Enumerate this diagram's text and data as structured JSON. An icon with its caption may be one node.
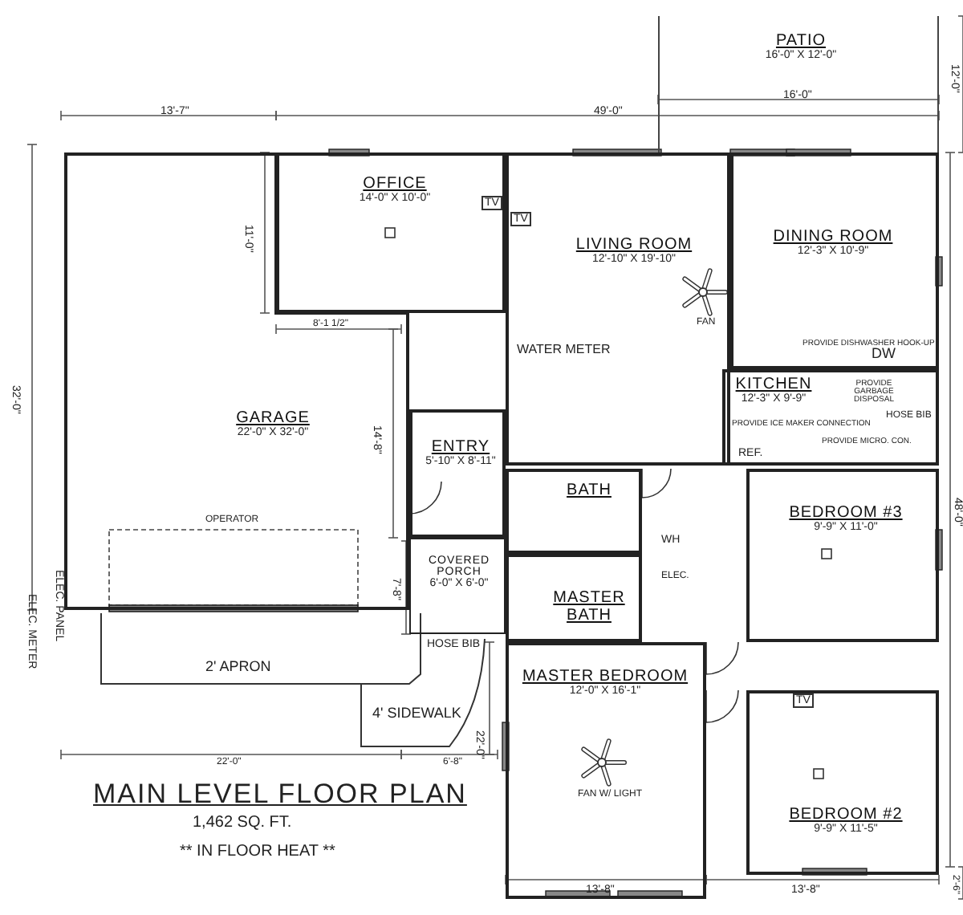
{
  "diagram": {
    "title": "MAIN LEVEL FLOOR PLAN",
    "nodes": [
      {
        "text": [
          "PATIO",
          "16'-0\" X 12'-0\""
        ]
      },
      {
        "text": [
          "OFFICE",
          "14'-0\" X 10'-0\""
        ]
      },
      {
        "text": [
          "LIVING ROOM",
          "12'-10\" X 19'-10\""
        ]
      },
      {
        "text": [
          "DINING ROOM",
          "12'-3\" X 10'-9\""
        ]
      },
      {
        "text": [
          "KITCHEN",
          "12'-3\" X 9'-9\""
        ]
      },
      {
        "text": [
          "GARAGE",
          "22'-0\" X 32'-0\""
        ]
      },
      {
        "text": [
          "ENTRY",
          "5'-10\" X 8'-11\""
        ]
      },
      {
        "text": [
          "COVERED PORCH",
          "6'-0\" X 6'-0\""
        ]
      },
      {
        "text": [
          "BATH"
        ]
      },
      {
        "text": [
          "BEDROOM #3",
          "9'-9\" X 11'-0\""
        ]
      },
      {
        "text": [
          "MASTER BATH"
        ]
      },
      {
        "text": [
          "MASTER BEDROOM",
          "12'-0\" X 16'-1\""
        ]
      },
      {
        "text": [
          "BEDROOM #2",
          "9'-9\" X 11'-5\""
        ]
      }
    ],
    "labels": [
      "12'-0\"",
      "13'-7\"",
      "49'-0\"",
      "16'-0\"",
      "TV",
      "TV",
      "11'-0\"",
      "FAN",
      "8'-1 1/2\"",
      "WATER METER",
      "PROVIDE DISHWASHER HOOK-UP",
      "DW",
      "PROVIDE GARBAGE DISPOSAL",
      "HOSE BIB",
      "14'-8\"",
      "PROVIDE ICE MAKER CONNECTION",
      "PROVIDE MICRO. CON.",
      "REF.",
      "32'-0\"",
      "48'-0\"",
      "OPERATOR",
      "WH",
      "ELEC.",
      "7'-8\"",
      "ELEC. PANEL",
      "ELEC. METER",
      "HOSE BIB",
      "2' APRON",
      "4' SIDEWALK",
      "TV",
      "22'-0\"",
      "FAN W/ LIGHT",
      "22'-0\"",
      "6'-8\"",
      "13'-8\"",
      "13'-8\"",
      "2'-6\"",
      "1,462 SQ. FT.",
      "** IN FLOOR HEAT **"
    ]
  }
}
